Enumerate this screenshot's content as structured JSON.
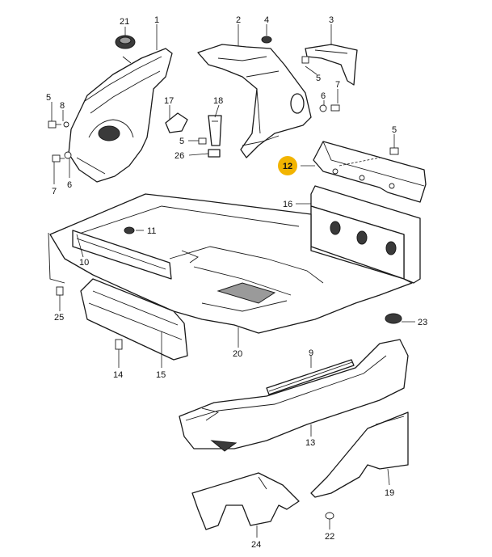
{
  "colors": {
    "line": "#1a1a1a",
    "highlight": "#f2b400",
    "background": "#ffffff"
  },
  "callouts": [
    {
      "id": "1",
      "label": "1"
    },
    {
      "id": "2",
      "label": "2"
    },
    {
      "id": "3",
      "label": "3"
    },
    {
      "id": "4",
      "label": "4"
    },
    {
      "id": "5a",
      "label": "5"
    },
    {
      "id": "5b",
      "label": "5"
    },
    {
      "id": "5c",
      "label": "5"
    },
    {
      "id": "5d",
      "label": "5"
    },
    {
      "id": "6a",
      "label": "6"
    },
    {
      "id": "6b",
      "label": "6"
    },
    {
      "id": "7a",
      "label": "7"
    },
    {
      "id": "7b",
      "label": "7"
    },
    {
      "id": "8",
      "label": "8"
    },
    {
      "id": "9",
      "label": "9"
    },
    {
      "id": "10",
      "label": "10"
    },
    {
      "id": "11",
      "label": "11"
    },
    {
      "id": "13",
      "label": "13"
    },
    {
      "id": "14",
      "label": "14"
    },
    {
      "id": "15",
      "label": "15"
    },
    {
      "id": "16",
      "label": "16"
    },
    {
      "id": "17",
      "label": "17"
    },
    {
      "id": "18",
      "label": "18"
    },
    {
      "id": "19",
      "label": "19"
    },
    {
      "id": "20",
      "label": "20"
    },
    {
      "id": "21",
      "label": "21"
    },
    {
      "id": "22",
      "label": "22"
    },
    {
      "id": "23",
      "label": "23"
    },
    {
      "id": "24",
      "label": "24"
    },
    {
      "id": "25",
      "label": "25"
    },
    {
      "id": "26",
      "label": "26"
    }
  ],
  "highlighted": {
    "label": "12"
  }
}
